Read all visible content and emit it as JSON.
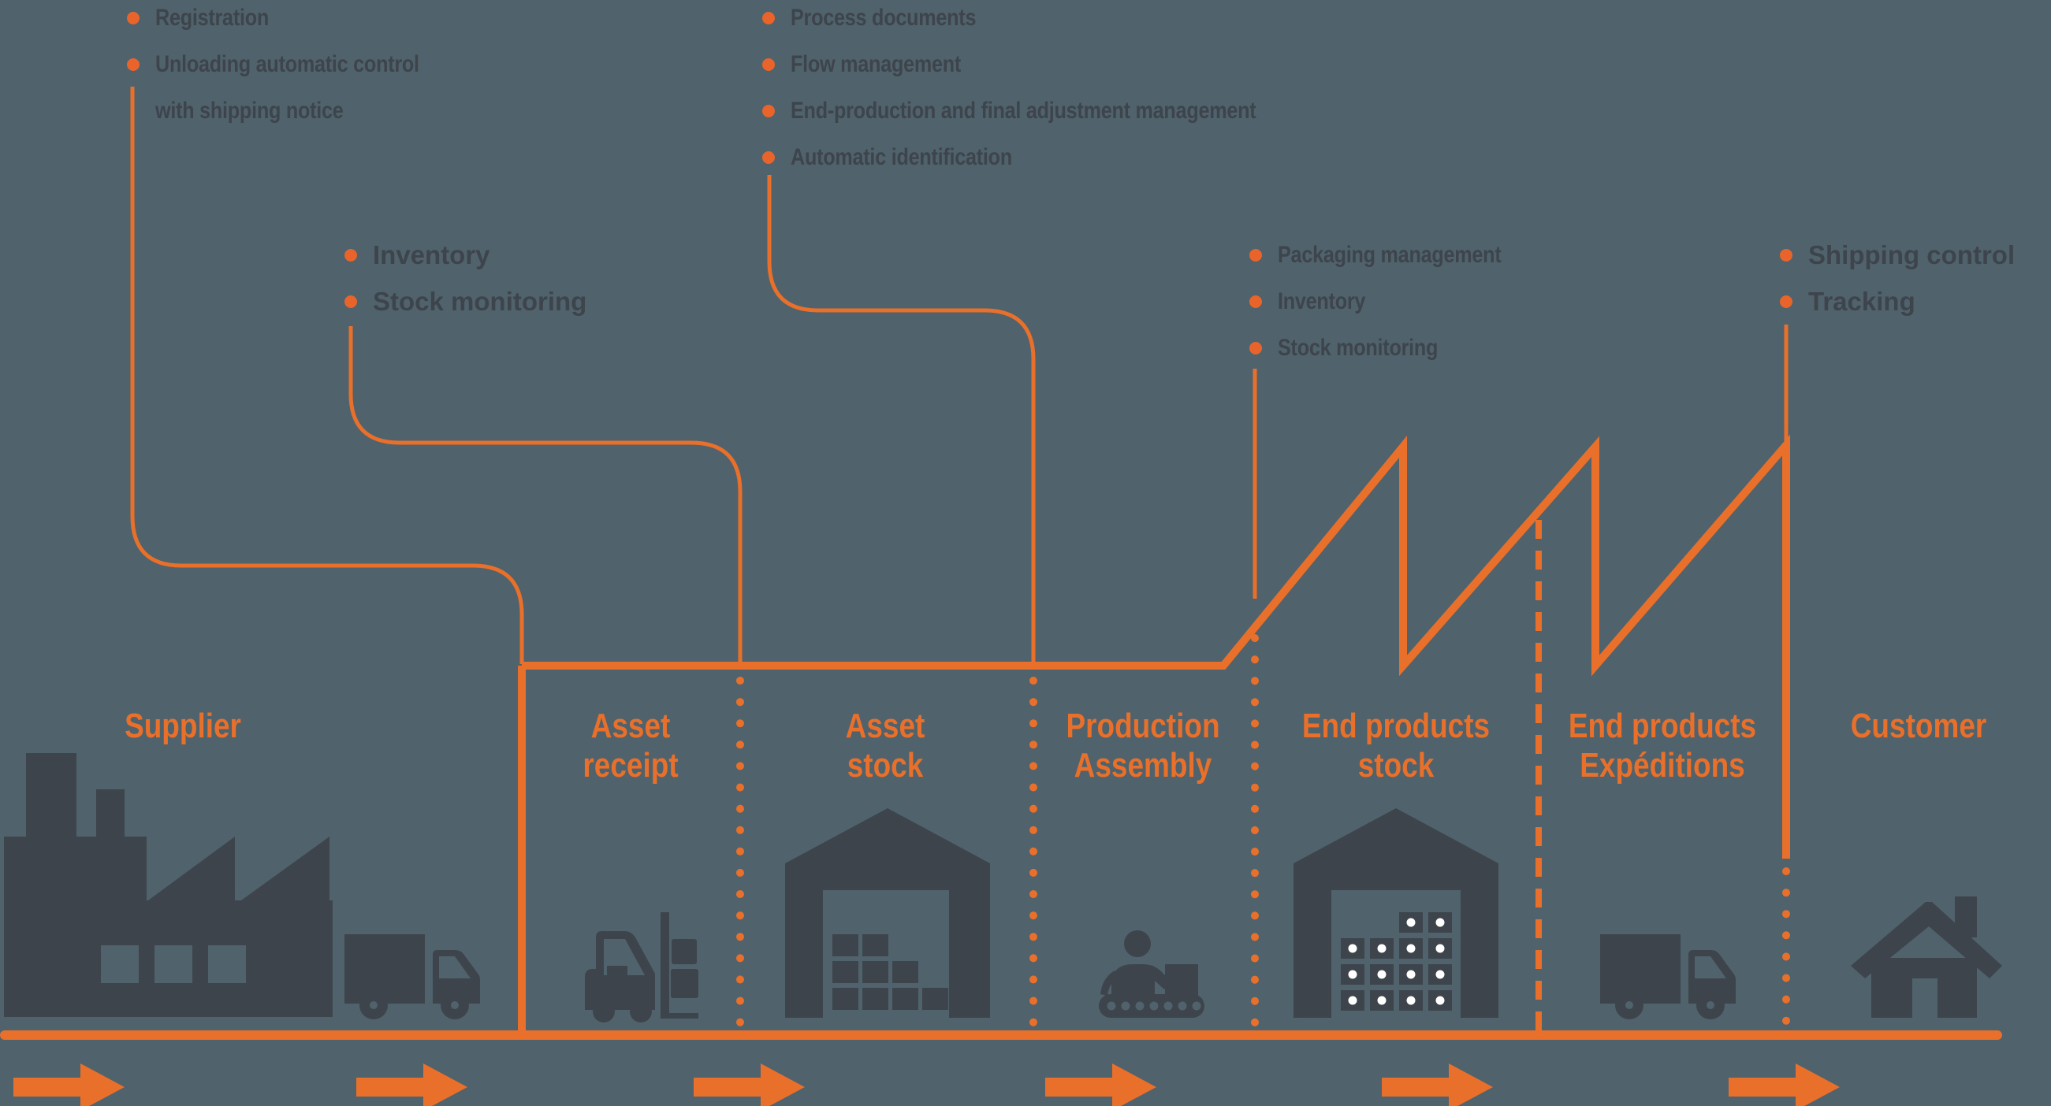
{
  "diagram": {
    "title": "Supply chain logistics process flow",
    "colors": {
      "background": "#50626C",
      "accent_orange": "#E8702A",
      "bullet_orange": "#E8642A",
      "dark_gray": "#3E444B",
      "box_dot_white": "#FFFFFF"
    }
  },
  "annotations": [
    {
      "name": "asset-receipt-annotations",
      "lines": [
        {
          "text": "Registration"
        },
        {
          "text": "Unloading automatic control"
        },
        {
          "text": "with shipping notice"
        }
      ]
    },
    {
      "name": "asset-stock-annotations",
      "lines": [
        {
          "text": "Inventory"
        },
        {
          "text": "Stock monitoring"
        }
      ]
    },
    {
      "name": "production-assembly-annotations",
      "lines": [
        {
          "text": "Process documents"
        },
        {
          "text": "Flow management"
        },
        {
          "text": "End-production and final adjustment management"
        },
        {
          "text": "Automatic identification"
        }
      ]
    },
    {
      "name": "end-products-stock-annotations",
      "lines": [
        {
          "text": "Packaging management"
        },
        {
          "text": "Inventory"
        },
        {
          "text": "Stock monitoring"
        }
      ]
    },
    {
      "name": "shipping-annotations",
      "lines": [
        {
          "text": "Shipping control"
        },
        {
          "text": "Tracking"
        }
      ]
    }
  ],
  "stages": [
    {
      "name": "supplier",
      "line1": "Supplier",
      "line2": ""
    },
    {
      "name": "asset-receipt",
      "line1": "Asset",
      "line2": "receipt"
    },
    {
      "name": "asset-stock",
      "line1": "Asset",
      "line2": "stock"
    },
    {
      "name": "production-assembly",
      "line1": "Production",
      "line2": "Assembly"
    },
    {
      "name": "end-products-stock",
      "line1": "End products",
      "line2": "stock"
    },
    {
      "name": "end-products-expeditions",
      "line1": "End products",
      "line2": "Expéditions"
    },
    {
      "name": "customer",
      "line1": "Customer",
      "line2": ""
    }
  ],
  "icons": [
    "factory-icon",
    "truck-icon",
    "forklift-icon",
    "warehouse-icon",
    "worker-conveyor-icon",
    "warehouse-boxes-icon",
    "delivery-truck-icon",
    "house-icon",
    "flow-arrow-icon"
  ]
}
